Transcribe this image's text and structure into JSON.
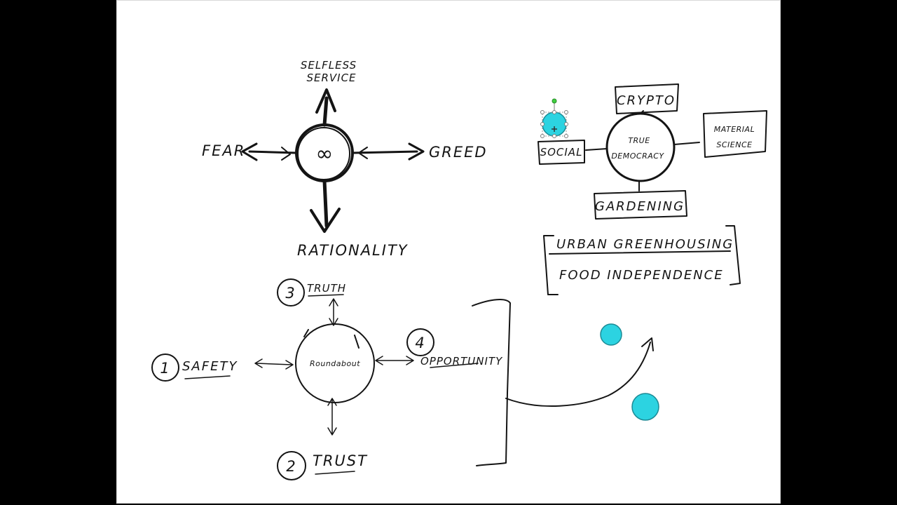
{
  "compass": {
    "top": [
      "SELFLESS",
      "SERVICE"
    ],
    "left": "FEAR",
    "right": "GREED",
    "bottom": "RATIONALITY",
    "center_symbol": "∞"
  },
  "hub": {
    "center": [
      "TRUE",
      "DEMOCRACY"
    ],
    "top": "CRYPTO",
    "left": "SOCIAL",
    "right": [
      "MATERIAL",
      "SCIENCE"
    ],
    "bottom": "GARDENING"
  },
  "urban_box": {
    "line1": "URBAN GREENHOUSING",
    "line2": "FOOD INDEPENDENCE"
  },
  "roundabout": {
    "center": "Roundabout",
    "items": [
      {
        "number": "1",
        "label": "SAFETY"
      },
      {
        "number": "2",
        "label": "TRUST"
      },
      {
        "number": "3",
        "label": "TRUTH"
      },
      {
        "number": "4",
        "label": "OPPORTUNITY"
      }
    ]
  },
  "colors": {
    "ink": "#141414",
    "dot_fill": "#2cd3e1",
    "selection_rotate": "#3fcf3f"
  }
}
